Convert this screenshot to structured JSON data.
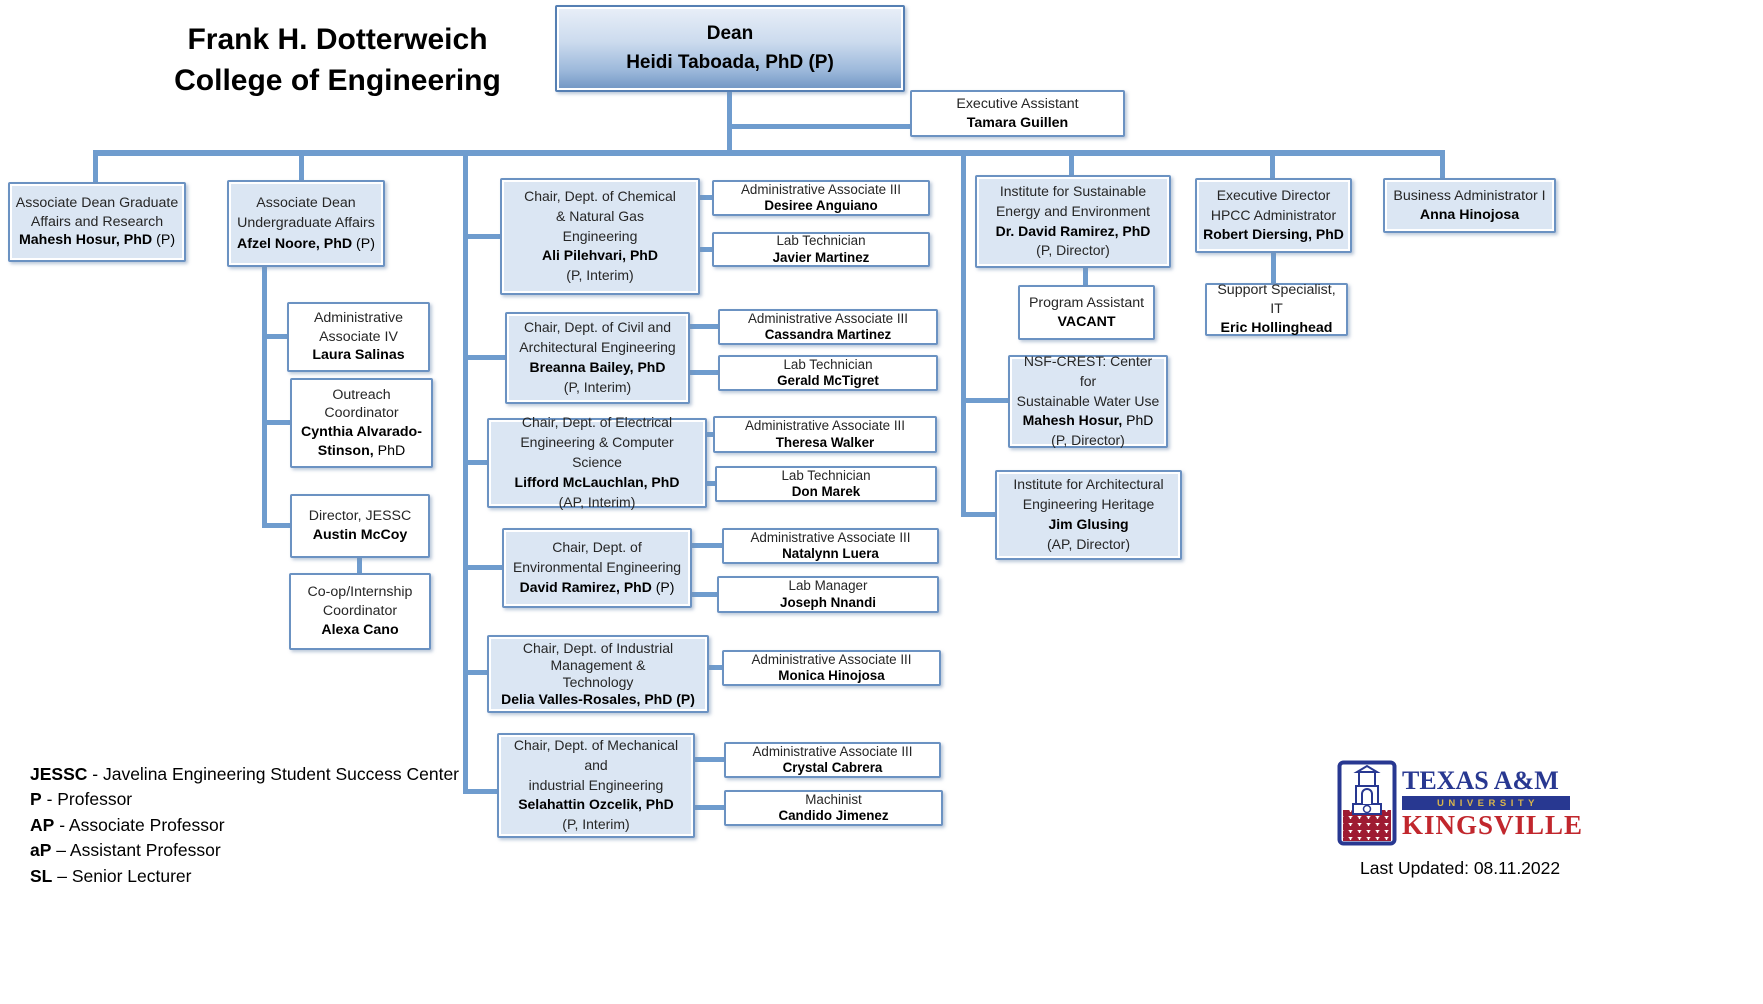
{
  "header": {
    "title_line1": "Frank H. Dotterweich",
    "title_line2": "College of Engineering"
  },
  "nodes": {
    "dean": {
      "role": "Dean",
      "name": "Heidi Taboada, PhD (P)"
    },
    "exec_assistant": {
      "role": "Executive Assistant",
      "name": "Tamara Guillen"
    },
    "assoc_dean_grad": {
      "role": "Associate Dean Graduate\nAffairs and Research",
      "name": "Mahesh Hosur, PhD",
      "note_inline": " (P)"
    },
    "assoc_dean_ugrad": {
      "role": "Associate Dean\nUndergraduate Affairs",
      "name": "Afzel Noore, PhD",
      "note_inline": " (P)"
    },
    "admin_assoc_iv": {
      "role": "Administrative\nAssociate IV",
      "name": "Laura Salinas"
    },
    "outreach_coord": {
      "role": "Outreach\nCoordinator",
      "name": "Cynthia Alvarado-Stinson,",
      "note_inline": " PhD"
    },
    "director_jessc": {
      "role": "Director, JESSC",
      "name": "Austin McCoy"
    },
    "coop_coord": {
      "role": "Co-op/Internship\nCoordinator",
      "name": "Alexa Cano"
    },
    "chair_chemical": {
      "role": "Chair, Dept. of Chemical\n& Natural Gas\nEngineering",
      "name": "Ali Pilehvari, PhD",
      "note": "(P, Interim)"
    },
    "aa3_chemical": {
      "role": "Administrative Associate III",
      "name": "Desiree Anguiano"
    },
    "labtech_chemical": {
      "role": "Lab Technician",
      "name": "Javier Martinez"
    },
    "chair_civil": {
      "role": "Chair, Dept. of Civil and\nArchitectural Engineering",
      "name": "Breanna Bailey, PhD",
      "note": "(P, Interim)"
    },
    "aa3_civil": {
      "role": "Administrative Associate III",
      "name": "Cassandra Martinez"
    },
    "labtech_civil": {
      "role": "Lab Technician",
      "name": "Gerald McTigret"
    },
    "chair_electrical": {
      "role": "Chair, Dept. of Electrical\nEngineering & Computer Science",
      "name": "Lifford McLauchlan, PhD",
      "note": "(AP, Interim)"
    },
    "aa3_electrical": {
      "role": "Administrative Associate III",
      "name": "Theresa Walker"
    },
    "labtech_electrical": {
      "role": "Lab Technician",
      "name": "Don Marek"
    },
    "chair_environmental": {
      "role": "Chair, Dept. of\nEnvironmental Engineering",
      "name": "David Ramirez, PhD",
      "note_inline": " (P)"
    },
    "aa3_environmental": {
      "role": "Administrative Associate III",
      "name": "Natalynn Luera"
    },
    "labmgr_environmental": {
      "role": "Lab Manager",
      "name": "Joseph Nnandi"
    },
    "chair_industrial": {
      "role": "Chair, Dept. of Industrial\nManagement &\nTechnology",
      "name": "Delia Valles-Rosales, PhD (P)"
    },
    "aa3_industrial": {
      "role": "Administrative Associate III",
      "name": "Monica Hinojosa"
    },
    "chair_mechanical": {
      "role": "Chair, Dept. of Mechanical and\nindustrial Engineering",
      "name": "Selahattin Ozcelik, PhD",
      "note": "(P, Interim)"
    },
    "aa3_mechanical": {
      "role": "Administrative Associate III",
      "name": "Crystal Cabrera"
    },
    "machinist": {
      "role": "Machinist",
      "name": "Candido Jimenez"
    },
    "inst_sustainable": {
      "role": "Institute for Sustainable\nEnergy and Environment",
      "name": "Dr. David Ramirez, PhD",
      "note": "(P, Director)"
    },
    "program_assistant": {
      "role": "Program Assistant",
      "name": "VACANT"
    },
    "nsf_crest": {
      "role": "NSF-CREST: Center for\nSustainable Water Use",
      "name": "Mahesh Hosur,",
      "note_inline": " PhD",
      "note": "(P, Director)"
    },
    "inst_architectural": {
      "role": "Institute for Architectural\nEngineering Heritage",
      "name": "Jim Glusing",
      "note": "(AP, Director)"
    },
    "exec_dir_hpcc": {
      "role": "Executive Director\nHPCC Administrator",
      "name": "Robert Diersing, PhD"
    },
    "support_it": {
      "role": "Support Specialist, IT",
      "name": "Eric Hollinghead"
    },
    "business_admin": {
      "role": "Business Administrator I",
      "name": "Anna Hinojosa"
    }
  },
  "legend": {
    "items": [
      {
        "abbr": "JESSC",
        "rest": "- Javelina Engineering Student Success Center"
      },
      {
        "abbr": "P",
        "rest": "- Professor"
      },
      {
        "abbr": "AP",
        "rest": "- Associate Professor"
      },
      {
        "abbr": "aP",
        "rest": "– Assistant Professor"
      },
      {
        "abbr": "SL",
        "rest": "– Senior Lecturer"
      }
    ]
  },
  "logo": {
    "line1": "TEXAS A&M",
    "line2": "UNIVERSITY",
    "line3": "KINGSVILLE",
    "navy": "#283891",
    "red": "#c1272d",
    "gold": "#d8b54c"
  },
  "footer": {
    "last_updated": "Last Updated: 08.11.2022"
  }
}
